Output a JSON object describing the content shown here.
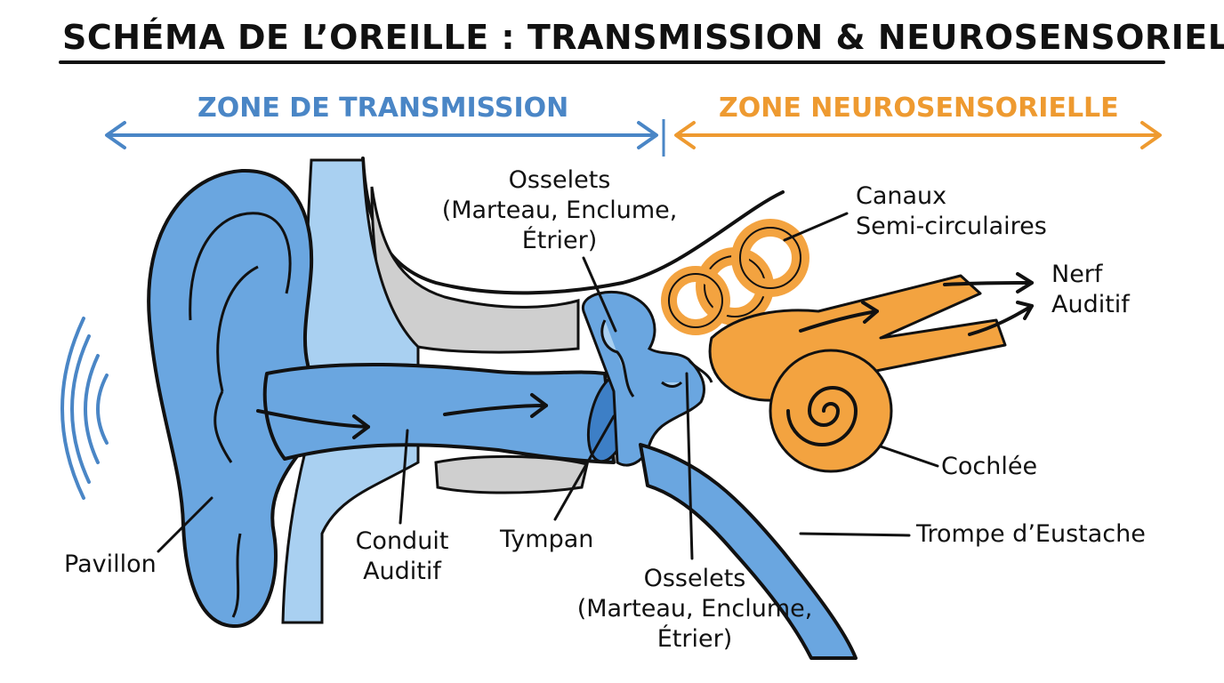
{
  "title": "SCHÉMA DE L’OREILLE : TRANSMISSION & NEUROSENSORIEL",
  "zones": {
    "transmission": "ZONE DE TRANSMISSION",
    "neurosensorielle": "ZONE NEUROSENSORIELLE"
  },
  "labels": {
    "pavillon": "Pavillon",
    "conduit_1": "Conduit",
    "conduit_2": "Auditif",
    "tympan": "Tympan",
    "osselets_top_1": "Osselets",
    "osselets_top_2": "(Marteau, Enclume,",
    "osselets_top_3": "Étrier)",
    "osselets_bottom_1": "Osselets",
    "osselets_bottom_2": "(Marteau, Enclume,",
    "osselets_bottom_3": "Étrier)",
    "canaux_1": "Canaux",
    "canaux_2": "Semi-circulaires",
    "nerf_1": "Nerf",
    "nerf_2": "Auditif",
    "cochlee": "Cochlée",
    "trompe": "Trompe d’Eustache"
  },
  "colors": {
    "transmission": "#4a86c6",
    "neurosensorielle": "#ee9a30",
    "ear_blue": "#6aa6e0",
    "ear_light_blue": "#a9d0f1",
    "bone_gray": "#cfcfcf",
    "inner_orange": "#f3a340"
  }
}
